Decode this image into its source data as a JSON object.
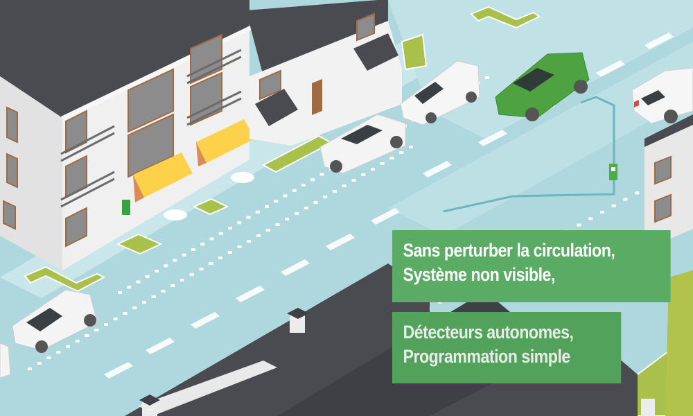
{
  "scene": {
    "description": "Isometric street illustration with buildings, parked cars, a green car in the road, roadside detector post",
    "colors": {
      "road": "#aed8de",
      "road_light": "#c9e6ea",
      "roof": "#4a4b50",
      "wall": "#eeeeee",
      "awning": "#fdd14a",
      "grass": "#a9c14a",
      "green_car": "#4ea23f",
      "caption_bg": "#5aab64",
      "caption_bg_2": "#52a25c"
    }
  },
  "captions": [
    {
      "lines": [
        "Sans perturber la circulation,",
        "Système non visible,"
      ]
    },
    {
      "lines": [
        "Détecteurs autonomes,",
        "Programmation simple"
      ]
    }
  ]
}
